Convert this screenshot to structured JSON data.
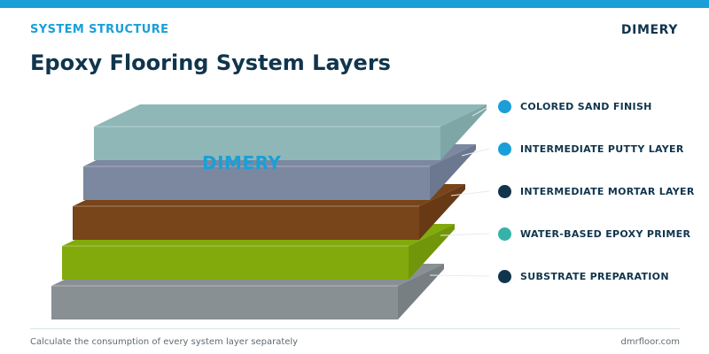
{
  "header": {
    "eyebrow": "SYSTEM STRUCTURE",
    "brand": "DIMERY",
    "title": "Epoxy Flooring System Layers"
  },
  "diagram": {
    "watermark": "DIMERY",
    "layers": [
      {
        "label": "COLORED SAND FINISH",
        "front_color": "#8fb7b7",
        "top_color": "#8fb7b7",
        "side_color": "#7ea6a6",
        "dot_color": "#1a9fd8"
      },
      {
        "label": "INTERMEDIATE PUTTY LAYER",
        "front_color": "#7b889f",
        "top_color": "#7b889f",
        "side_color": "#6b788f",
        "dot_color": "#1a9fd8"
      },
      {
        "label": "INTERMEDIATE MORTAR LAYER",
        "front_color": "#78441a",
        "top_color": "#78441a",
        "side_color": "#673a15",
        "dot_color": "#10354d"
      },
      {
        "label": "WATER-BASED EPOXY PRIMER",
        "front_color": "#82aa0c",
        "top_color": "#82aa0c",
        "side_color": "#72960a",
        "dot_color": "#35b3a8"
      },
      {
        "label": "SUBSTRATE PREPARATION",
        "front_color": "#899094",
        "top_color": "#899094",
        "side_color": "#787f83",
        "dot_color": "#10354d"
      }
    ]
  },
  "footer": {
    "note": "Calculate the consumption of every system layer separately",
    "site": "dmrfloor.com"
  }
}
